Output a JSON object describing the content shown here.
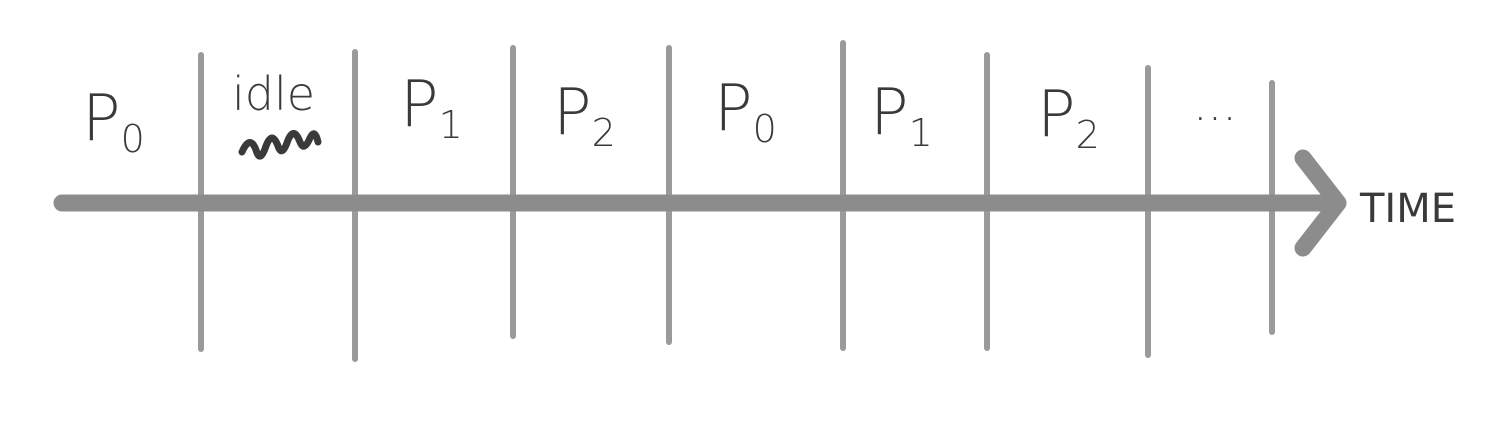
{
  "diagram": {
    "segments": [
      {
        "id": "p0-a",
        "label": "P",
        "subscript": "0"
      },
      {
        "id": "idle",
        "label": "idle",
        "subscript": ""
      },
      {
        "id": "p1-a",
        "label": "P",
        "subscript": "1"
      },
      {
        "id": "p2-a",
        "label": "P",
        "subscript": "2"
      },
      {
        "id": "p0-b",
        "label": "P",
        "subscript": "0"
      },
      {
        "id": "p1-b",
        "label": "P",
        "subscript": "1"
      },
      {
        "id": "p2-b",
        "label": "P",
        "subscript": "2"
      },
      {
        "id": "more",
        "label": "...",
        "subscript": ""
      }
    ],
    "axis_label": "TIME",
    "colors": {
      "axis": "#8c8c8c",
      "dividers": "#9a9a9a",
      "text": "#3a3a3a"
    }
  }
}
